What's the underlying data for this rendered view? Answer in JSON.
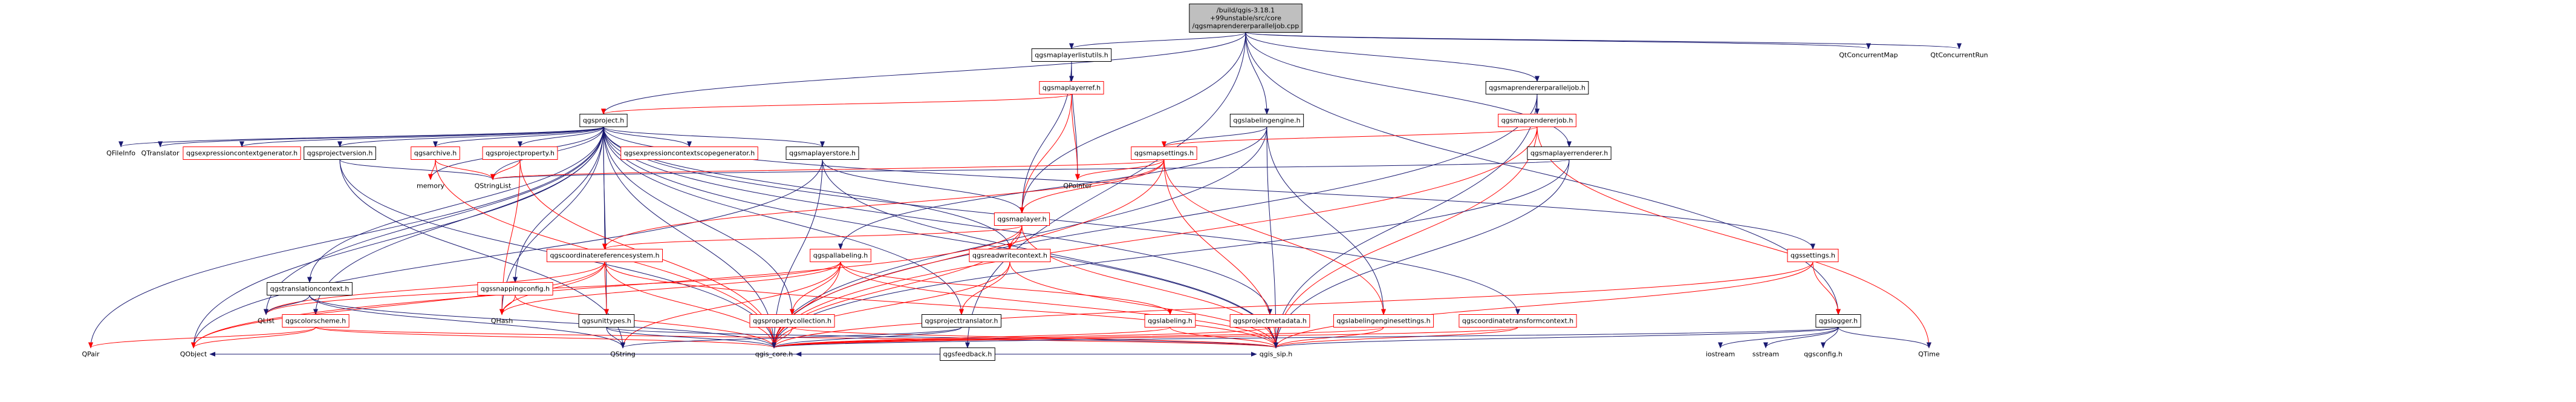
{
  "root": "/build/qgis-3.18.1+99unstable/src/core/qgsmaprendererparalleljob.cpp",
  "colors": {
    "background": "#ffffff",
    "root_fill": "#bfbfbf",
    "node_stroke": "#000000",
    "edge_main": "#191970",
    "edge_red": "#ff0000",
    "label_red": "#ff0000",
    "text": "#000000"
  },
  "nodes": [
    {
      "id": "root",
      "lines": [
        "/build/qgis-3.18.1",
        "+99unstable/src/core",
        "/qgsmaprendererparalleljob.cpp"
      ],
      "style": "root"
    },
    {
      "id": "qgsproject",
      "lines": [
        "qgsproject.h"
      ],
      "style": "black"
    },
    {
      "id": "qgsmaplayerlistutils",
      "lines": [
        "qgsmaplayerlistutils.h"
      ],
      "style": "black"
    },
    {
      "id": "qgsmaplayerref",
      "lines": [
        "qgsmaplayerref.h"
      ],
      "style": "red"
    },
    {
      "id": "qgsmaplayer",
      "lines": [
        "qgsmaplayer.h"
      ],
      "style": "red"
    },
    {
      "id": "qgslabelingengine",
      "lines": [
        "qgslabelingengine.h"
      ],
      "style": "black"
    },
    {
      "id": "qgsmaprendererparalleljob_h",
      "lines": [
        "qgsmaprendererparalleljob.h"
      ],
      "style": "black"
    },
    {
      "id": "qgsmaprendererjob",
      "lines": [
        "qgsmaprendererjob.h"
      ],
      "style": "red"
    },
    {
      "id": "qgsmaplayerrenderer",
      "lines": [
        "qgsmaplayerrenderer.h"
      ],
      "style": "black"
    },
    {
      "id": "qgsmapsettings",
      "lines": [
        "qgsmapsettings.h"
      ],
      "style": "red"
    },
    {
      "id": "qgsfeedback",
      "lines": [
        "qgsfeedback.h"
      ],
      "style": "black"
    },
    {
      "id": "qgslogger",
      "lines": [
        "qgslogger.h"
      ],
      "style": "black"
    },
    {
      "id": "qgssettings",
      "lines": [
        "qgssettings.h"
      ],
      "style": "red"
    },
    {
      "id": "qtconcurrentmap",
      "lines": [
        "QtConcurrentMap"
      ],
      "style": "plain"
    },
    {
      "id": "qtconcurrentrun",
      "lines": [
        "QtConcurrentRun"
      ],
      "style": "plain"
    },
    {
      "id": "qfileinfo",
      "lines": [
        "QFileInfo"
      ],
      "style": "plain"
    },
    {
      "id": "qtranslator",
      "lines": [
        "QTranslator"
      ],
      "style": "plain"
    },
    {
      "id": "qgsexpressioncontextgenerator",
      "lines": [
        "qgsexpressioncontextgenerator.h"
      ],
      "style": "red"
    },
    {
      "id": "qgsprojectversion",
      "lines": [
        "qgsprojectversion.h"
      ],
      "style": "black"
    },
    {
      "id": "qgsarchive",
      "lines": [
        "qgsarchive.h"
      ],
      "style": "red"
    },
    {
      "id": "qgsprojectproperty",
      "lines": [
        "qgsprojectproperty.h"
      ],
      "style": "red"
    },
    {
      "id": "qgsexpressioncontextscopegenerator",
      "lines": [
        "qgsexpressioncontextscopegenerator.h"
      ],
      "style": "red"
    },
    {
      "id": "qgsmaplayerstore",
      "lines": [
        "qgsmaplayerstore.h"
      ],
      "style": "black"
    },
    {
      "id": "memory",
      "lines": [
        "memory"
      ],
      "style": "plain"
    },
    {
      "id": "qstringlist",
      "lines": [
        "QStringList"
      ],
      "style": "plain"
    },
    {
      "id": "qpointer",
      "lines": [
        "QPointer"
      ],
      "style": "plain"
    },
    {
      "id": "qgscoordinatereferencesystem",
      "lines": [
        "qgscoordinatereferencesystem.h"
      ],
      "style": "red"
    },
    {
      "id": "qgspallabeling",
      "lines": [
        "qgspallabeling.h"
      ],
      "style": "red"
    },
    {
      "id": "qgsreadwritecontext",
      "lines": [
        "qgsreadwritecontext.h"
      ],
      "style": "red"
    },
    {
      "id": "qgstranslationcontext",
      "lines": [
        "qgstranslationcontext.h"
      ],
      "style": "black"
    },
    {
      "id": "qgssnappingconfig",
      "lines": [
        "qgssnappingconfig.h"
      ],
      "style": "red"
    },
    {
      "id": "qgscolorscheme",
      "lines": [
        "qgscolorscheme.h"
      ],
      "style": "red"
    },
    {
      "id": "qgsunittypes",
      "lines": [
        "qgsunittypes.h"
      ],
      "style": "black"
    },
    {
      "id": "qgspropertycollection",
      "lines": [
        "qgspropertycollection.h"
      ],
      "style": "red"
    },
    {
      "id": "qgsprojecttranslator",
      "lines": [
        "qgsprojecttranslator.h"
      ],
      "style": "black"
    },
    {
      "id": "qgslabeling",
      "lines": [
        "qgslabeling.h"
      ],
      "style": "red"
    },
    {
      "id": "qgsprojectmetadata",
      "lines": [
        "qgsprojectmetadata.h"
      ],
      "style": "red"
    },
    {
      "id": "qgslabelingenginesettings",
      "lines": [
        "qgslabelingenginesettings.h"
      ],
      "style": "red"
    },
    {
      "id": "qgscoordinatetransformcontext",
      "lines": [
        "qgscoordinatetransformcontext.h"
      ],
      "style": "red"
    },
    {
      "id": "qlist",
      "lines": [
        "QList"
      ],
      "style": "plain"
    },
    {
      "id": "qhash",
      "lines": [
        "QHash"
      ],
      "style": "plain"
    },
    {
      "id": "qpair",
      "lines": [
        "QPair"
      ],
      "style": "plain"
    },
    {
      "id": "qobject",
      "lines": [
        "QObject"
      ],
      "style": "plain"
    },
    {
      "id": "qstring",
      "lines": [
        "QString"
      ],
      "style": "plain"
    },
    {
      "id": "qgis_core",
      "lines": [
        "qgis_core.h"
      ],
      "style": "plain"
    },
    {
      "id": "qgis_sip",
      "lines": [
        "qgis_sip.h"
      ],
      "style": "plain"
    },
    {
      "id": "iostream",
      "lines": [
        "iostream"
      ],
      "style": "plain"
    },
    {
      "id": "sstream",
      "lines": [
        "sstream"
      ],
      "style": "plain"
    },
    {
      "id": "qgsconfig",
      "lines": [
        "qgsconfig.h"
      ],
      "style": "plain"
    },
    {
      "id": "qtime",
      "lines": [
        "QTime"
      ],
      "style": "plain"
    }
  ],
  "edges": [
    [
      "root",
      "qgsproject",
      "main"
    ],
    [
      "root",
      "qgsmaplayerlistutils",
      "main"
    ],
    [
      "root",
      "qgsmaplayer",
      "main"
    ],
    [
      "root",
      "qgslabelingengine",
      "main"
    ],
    [
      "root",
      "qgsmaprendererparalleljob_h",
      "main"
    ],
    [
      "root",
      "qgsmaplayerrenderer",
      "main"
    ],
    [
      "root",
      "qgsfeedback",
      "main"
    ],
    [
      "root",
      "qgslogger",
      "main"
    ],
    [
      "root",
      "qtconcurrentmap",
      "main"
    ],
    [
      "root",
      "qtconcurrentrun",
      "main"
    ],
    [
      "qgsmaplayerlistutils",
      "qgsmaplayerref",
      "main"
    ],
    [
      "qgsmaplayerlistutils",
      "qgsmaplayer",
      "main"
    ],
    [
      "qgsmaplayerlistutils",
      "qpointer",
      "main"
    ],
    [
      "qgsmaplayerref",
      "qgsproject",
      "red"
    ],
    [
      "qgsmaplayerref",
      "qgsmaplayer",
      "red"
    ],
    [
      "qgsmaplayerref",
      "qpointer",
      "red"
    ],
    [
      "qgsproject",
      "qfileinfo",
      "main"
    ],
    [
      "qgsproject",
      "qtranslator",
      "main"
    ],
    [
      "qgsproject",
      "qgsexpressioncontextgenerator",
      "main"
    ],
    [
      "qgsproject",
      "qgsprojectversion",
      "main"
    ],
    [
      "qgsproject",
      "qgsarchive",
      "main"
    ],
    [
      "qgsproject",
      "qgsprojectproperty",
      "main"
    ],
    [
      "qgsproject",
      "qgsexpressioncontextscopegenerator",
      "main"
    ],
    [
      "qgsproject",
      "qgsmaplayerstore",
      "main"
    ],
    [
      "qgsproject",
      "memory",
      "main"
    ],
    [
      "qgsproject",
      "qstringlist",
      "main"
    ],
    [
      "qgsproject",
      "qgscoordinatereferencesystem",
      "main"
    ],
    [
      "qgsproject",
      "qgsreadwritecontext",
      "main"
    ],
    [
      "qgsproject",
      "qgstranslationcontext",
      "main"
    ],
    [
      "qgsproject",
      "qgssnappingconfig",
      "main"
    ],
    [
      "qgsproject",
      "qgscolorscheme",
      "main"
    ],
    [
      "qgsproject",
      "qgsunittypes",
      "main"
    ],
    [
      "qgsproject",
      "qgspropertycollection",
      "main"
    ],
    [
      "qgsproject",
      "qgsprojecttranslator",
      "main"
    ],
    [
      "qgsproject",
      "qgsprojectmetadata",
      "main"
    ],
    [
      "qgsproject",
      "qgscoordinatetransformcontext",
      "main"
    ],
    [
      "qgsproject",
      "qgssettings",
      "main"
    ],
    [
      "qgsproject",
      "qlist",
      "main"
    ],
    [
      "qgsproject",
      "qhash",
      "main"
    ],
    [
      "qgsproject",
      "qpair",
      "main"
    ],
    [
      "qgsproject",
      "qobject",
      "main"
    ],
    [
      "qgsproject",
      "qgis_core",
      "main"
    ],
    [
      "qgsproject",
      "qgis_sip",
      "main"
    ],
    [
      "qgsprojectversion",
      "qstring",
      "main"
    ],
    [
      "qgsprojectversion",
      "qstringlist",
      "main"
    ],
    [
      "qgsprojectversion",
      "qgis_core",
      "main"
    ],
    [
      "qgsarchive",
      "memory",
      "red"
    ],
    [
      "qgsarchive",
      "qstringlist",
      "red"
    ],
    [
      "qgsarchive",
      "qgis_core",
      "red"
    ],
    [
      "qgsprojectproperty",
      "qhash",
      "red"
    ],
    [
      "qgsprojectproperty",
      "qstringlist",
      "red"
    ],
    [
      "qgsprojectproperty",
      "qgis_core",
      "red"
    ],
    [
      "qgsmaplayerstore",
      "qgsmaplayer",
      "main"
    ],
    [
      "qgsmaplayerstore",
      "qobject",
      "main"
    ],
    [
      "qgsmaplayerstore",
      "qgis_core",
      "main"
    ],
    [
      "qgsmaplayerstore",
      "qgis_sip",
      "main"
    ],
    [
      "qgslabelingengine",
      "qgsmapsettings",
      "main"
    ],
    [
      "qgslabelingengine",
      "qgspallabeling",
      "main"
    ],
    [
      "qgslabelingengine",
      "qgslabelingenginesettings",
      "main"
    ],
    [
      "qgslabelingengine",
      "qgis_core",
      "main"
    ],
    [
      "qgslabelingengine",
      "qgis_sip",
      "main"
    ],
    [
      "qgsmaprendererparalleljob_h",
      "qgsmaprendererjob",
      "main"
    ],
    [
      "qgsmaprendererparalleljob_h",
      "qgis_core",
      "main"
    ],
    [
      "qgsmaprendererparalleljob_h",
      "qgis_sip",
      "main"
    ],
    [
      "qgsmaprendererjob",
      "qgsmapsettings",
      "red"
    ],
    [
      "qgsmaprendererjob",
      "qgis_core",
      "red"
    ],
    [
      "qgsmaprendererjob",
      "qgis_sip",
      "red"
    ],
    [
      "qgsmaprendererjob",
      "qtime",
      "red"
    ],
    [
      "qgsmaplayerrenderer",
      "qstringlist",
      "main"
    ],
    [
      "qgsmaplayerrenderer",
      "qgis_core",
      "main"
    ],
    [
      "qgsmaplayerrenderer",
      "qgis_sip",
      "main"
    ],
    [
      "qgsmapsettings",
      "qgsmaplayer",
      "red"
    ],
    [
      "qgsmapsettings",
      "qgscoordinatereferencesystem",
      "red"
    ],
    [
      "qgsmapsettings",
      "qgslabelingenginesettings",
      "red"
    ],
    [
      "qgsmapsettings",
      "qgis_core",
      "red"
    ],
    [
      "qgsmapsettings",
      "qgis_sip",
      "red"
    ],
    [
      "qgsmapsettings",
      "qpointer",
      "red"
    ],
    [
      "qgsmapsettings",
      "qstringlist",
      "red"
    ],
    [
      "qgsmaplayer",
      "qgscoordinatereferencesystem",
      "red"
    ],
    [
      "qgsmaplayer",
      "qgsreadwritecontext",
      "red"
    ],
    [
      "qgsmaplayer",
      "qobject",
      "red"
    ],
    [
      "qgsmaplayer",
      "qgis_core",
      "red"
    ],
    [
      "qgsmaplayer",
      "qgis_sip",
      "red"
    ],
    [
      "qgspallabeling",
      "qgslabeling",
      "red"
    ],
    [
      "qgspallabeling",
      "qgspropertycollection",
      "red"
    ],
    [
      "qgspallabeling",
      "qlist",
      "red"
    ],
    [
      "qgspallabeling",
      "qhash",
      "red"
    ],
    [
      "qgspallabeling",
      "qstring",
      "red"
    ],
    [
      "qgspallabeling",
      "qgis_core",
      "red"
    ],
    [
      "qgspallabeling",
      "qgis_sip",
      "red"
    ],
    [
      "qgsreadwritecontext",
      "qgsprojecttranslator",
      "red"
    ],
    [
      "qgsreadwritecontext",
      "qgis_core",
      "red"
    ],
    [
      "qgsreadwritecontext",
      "qgis_sip",
      "red"
    ],
    [
      "qgscoordinatereferencesystem",
      "qgsunittypes",
      "red"
    ],
    [
      "qgscoordinatereferencesystem",
      "qlist",
      "red"
    ],
    [
      "qgscoordinatereferencesystem",
      "qhash",
      "red"
    ],
    [
      "qgscoordinatereferencesystem",
      "qobject",
      "red"
    ],
    [
      "qgscoordinatereferencesystem",
      "qgis_core",
      "red"
    ],
    [
      "qgscoordinatereferencesystem",
      "qgis_sip",
      "red"
    ],
    [
      "qgstranslationcontext",
      "qlist",
      "main"
    ],
    [
      "qgstranslationcontext",
      "qstring",
      "main"
    ],
    [
      "qgstranslationcontext",
      "qgis_core",
      "main"
    ],
    [
      "qgssnappingconfig",
      "qhash",
      "red"
    ],
    [
      "qgssnappingconfig",
      "qgis_core",
      "red"
    ],
    [
      "qgscolorscheme",
      "qpair",
      "red"
    ],
    [
      "qgscolorscheme",
      "qobject",
      "red"
    ],
    [
      "qgscolorscheme",
      "qgis_core",
      "red"
    ],
    [
      "qgscolorscheme",
      "qgis_sip",
      "red"
    ],
    [
      "qgsunittypes",
      "qstring",
      "main"
    ],
    [
      "qgsunittypes",
      "qgis_core",
      "main"
    ],
    [
      "qgsunittypes",
      "qgis_sip",
      "main"
    ],
    [
      "qgspropertycollection",
      "qgis_core",
      "red"
    ],
    [
      "qgspropertycollection",
      "qgis_sip",
      "red"
    ],
    [
      "qgsprojecttranslator",
      "qstring",
      "main"
    ],
    [
      "qgsprojecttranslator",
      "qgis_core",
      "main"
    ],
    [
      "qgsfeedback",
      "qobject",
      "main"
    ],
    [
      "qgsfeedback",
      "qgis_core",
      "main"
    ],
    [
      "qgsfeedback",
      "qgis_sip",
      "main"
    ],
    [
      "qgslabeling",
      "qgis_core",
      "red"
    ],
    [
      "qgslabeling",
      "qgis_sip",
      "red"
    ],
    [
      "qgsprojectmetadata",
      "qgis_core",
      "red"
    ],
    [
      "qgsprojectmetadata",
      "qgis_sip",
      "red"
    ],
    [
      "qgslabelingenginesettings",
      "qgis_core",
      "red"
    ],
    [
      "qgslabelingenginesettings",
      "qgis_sip",
      "red"
    ],
    [
      "qgscoordinatetransformcontext",
      "qgis_core",
      "red"
    ],
    [
      "qgscoordinatetransformcontext",
      "qgis_sip",
      "red"
    ],
    [
      "qgssettings",
      "qgis_core",
      "red"
    ],
    [
      "qgssettings",
      "qgis_sip",
      "red"
    ],
    [
      "qgssettings",
      "qgslogger",
      "red"
    ],
    [
      "qgslogger",
      "iostream",
      "main"
    ],
    [
      "qgslogger",
      "sstream",
      "main"
    ],
    [
      "qgslogger",
      "qgsconfig",
      "main"
    ],
    [
      "qgslogger",
      "qtime",
      "main"
    ],
    [
      "qgslogger",
      "qgis_core",
      "main"
    ],
    [
      "qgslogger",
      "qgis_sip",
      "main"
    ]
  ]
}
